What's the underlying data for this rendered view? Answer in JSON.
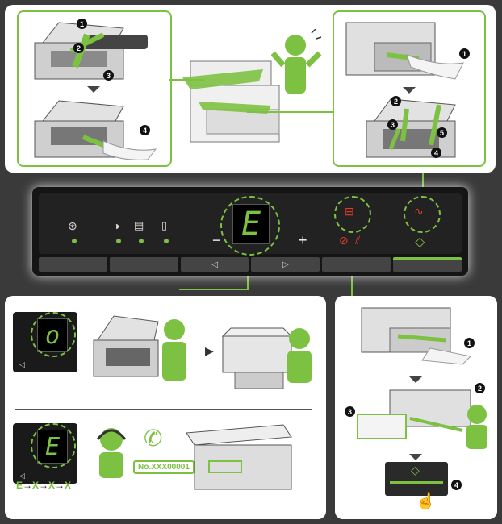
{
  "colors": {
    "accent": "#7dc142",
    "background": "#3a3a3a",
    "panel": "#ffffff",
    "red": "#e0392b"
  },
  "top": {
    "left_steps": [
      "1",
      "2",
      "3",
      "4"
    ],
    "right_steps": [
      "1",
      "2",
      "3",
      "4",
      "5"
    ]
  },
  "control_panel": {
    "display": "E",
    "minus": "−",
    "plus": "+",
    "left_arrow": "◁",
    "right_arrow": "▷",
    "icons": [
      "wireless-icon",
      "contrast-icon",
      "id-copy-icon",
      "paper-icon",
      "paper-jam-icon",
      "stop-icon",
      "reset-icon",
      "error-icon",
      "start-icon"
    ]
  },
  "bottom_left": {
    "display_top": "o",
    "display_bottom": "E",
    "serial": "No.XXX00001",
    "sequence": [
      "E",
      "X",
      "X",
      "X"
    ]
  },
  "bottom_right": {
    "steps": [
      "1",
      "2",
      "3",
      "4"
    ]
  }
}
